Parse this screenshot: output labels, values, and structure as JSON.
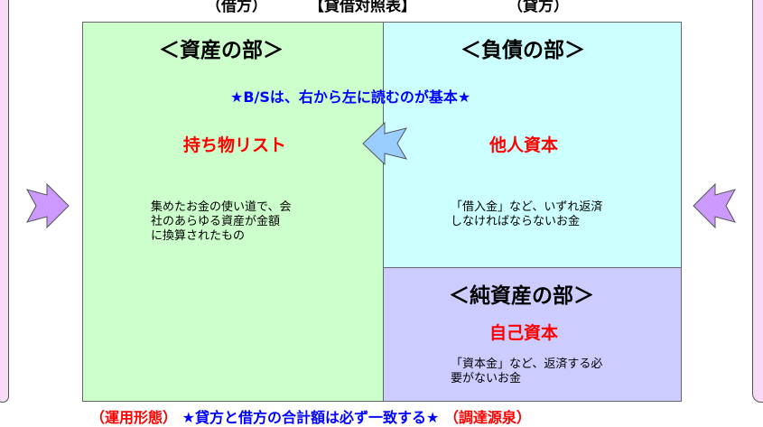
{
  "header": {
    "debit_label": "（借方）",
    "title": "【貸借対照表】",
    "credit_label": "（貸方）"
  },
  "assets": {
    "title": "＜資産の部＞",
    "subtitle": "持ち物リスト",
    "description": "集めたお金の使い道で、会\n社のあらゆる資産が金額\nに換算されたもの"
  },
  "liabilities": {
    "title": "＜負債の部＞",
    "subtitle": "他人資本",
    "description": "「借入金」など、いずれ返済\nしなければならないお金"
  },
  "equity": {
    "title": "＜純資産の部＞",
    "subtitle": "自己資本",
    "description": "「資本金」など、返済する必\n要がないお金"
  },
  "note": "★B/Sは、右から左に読むのが基本★",
  "footer": {
    "left": "（運用形態）",
    "middle": "★貸方と借方の合計額は必ず一致する★",
    "right": "（調達源泉）"
  },
  "colors": {
    "assets_bg": "#ccffcc",
    "liabilities_bg": "#ccffff",
    "equity_bg": "#ccccff",
    "accent_red": "#ff0000",
    "accent_blue": "#0000ff",
    "arrow_purple": "#cc99ff",
    "arrow_blue": "#99ccff"
  },
  "icons": {
    "center_arrow": "arrow-left-icon",
    "left_arrow": "arrow-right-icon",
    "right_arrow": "arrow-left-icon"
  }
}
